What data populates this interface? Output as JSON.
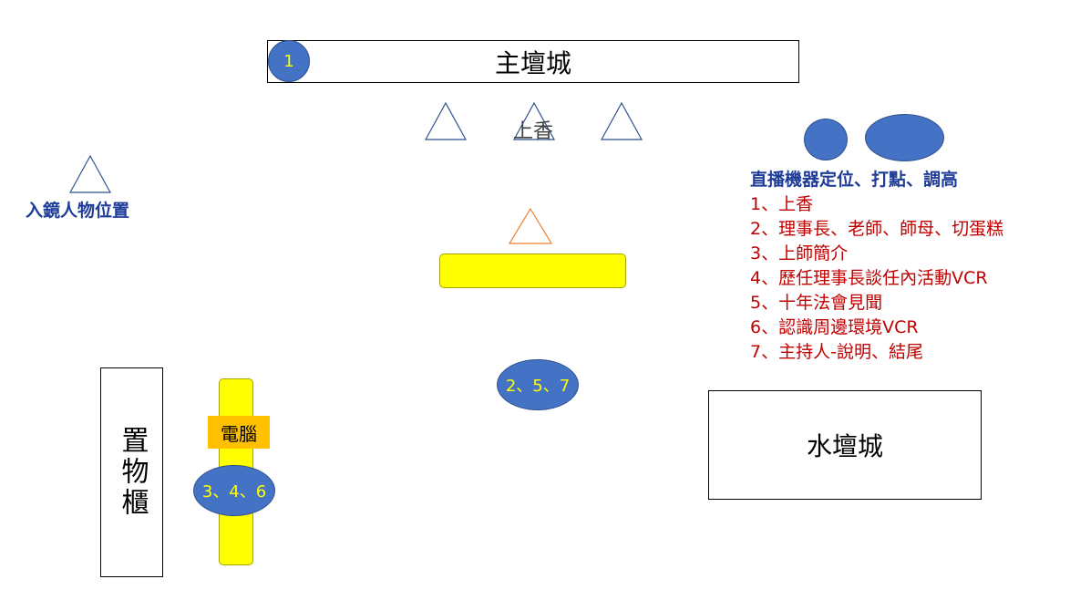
{
  "main_altar": {
    "label": "主壇城"
  },
  "markers": {
    "m1": "1",
    "m257": "2、5、7",
    "m346": "3、4、6"
  },
  "incense": {
    "label": "上香"
  },
  "person_position": {
    "label": "入鏡人物位置"
  },
  "locker": {
    "label": "置物櫃"
  },
  "computer": {
    "label": "電腦"
  },
  "water_altar": {
    "label": "水壇城"
  },
  "legend": {
    "title": "直播機器定位、打點、調高",
    "items": [
      "1、上香",
      "2、理事長、老師、師母、切蛋糕",
      "3、上師簡介",
      "4、歷任理事長談任內活動VCR",
      "5、十年法會見聞",
      "6、認識周邊環境VCR",
      "7、主持人-說明、結尾"
    ]
  },
  "colors": {
    "marker_fill": "#4472c4",
    "marker_text": "#ffff00",
    "table_fill": "#ffff00",
    "computer_fill": "#ffc000",
    "legend_title": "#1f3c99",
    "legend_items": "#c00000",
    "triangle_blue": "#2f528f",
    "triangle_orange": "#ed7d31"
  }
}
